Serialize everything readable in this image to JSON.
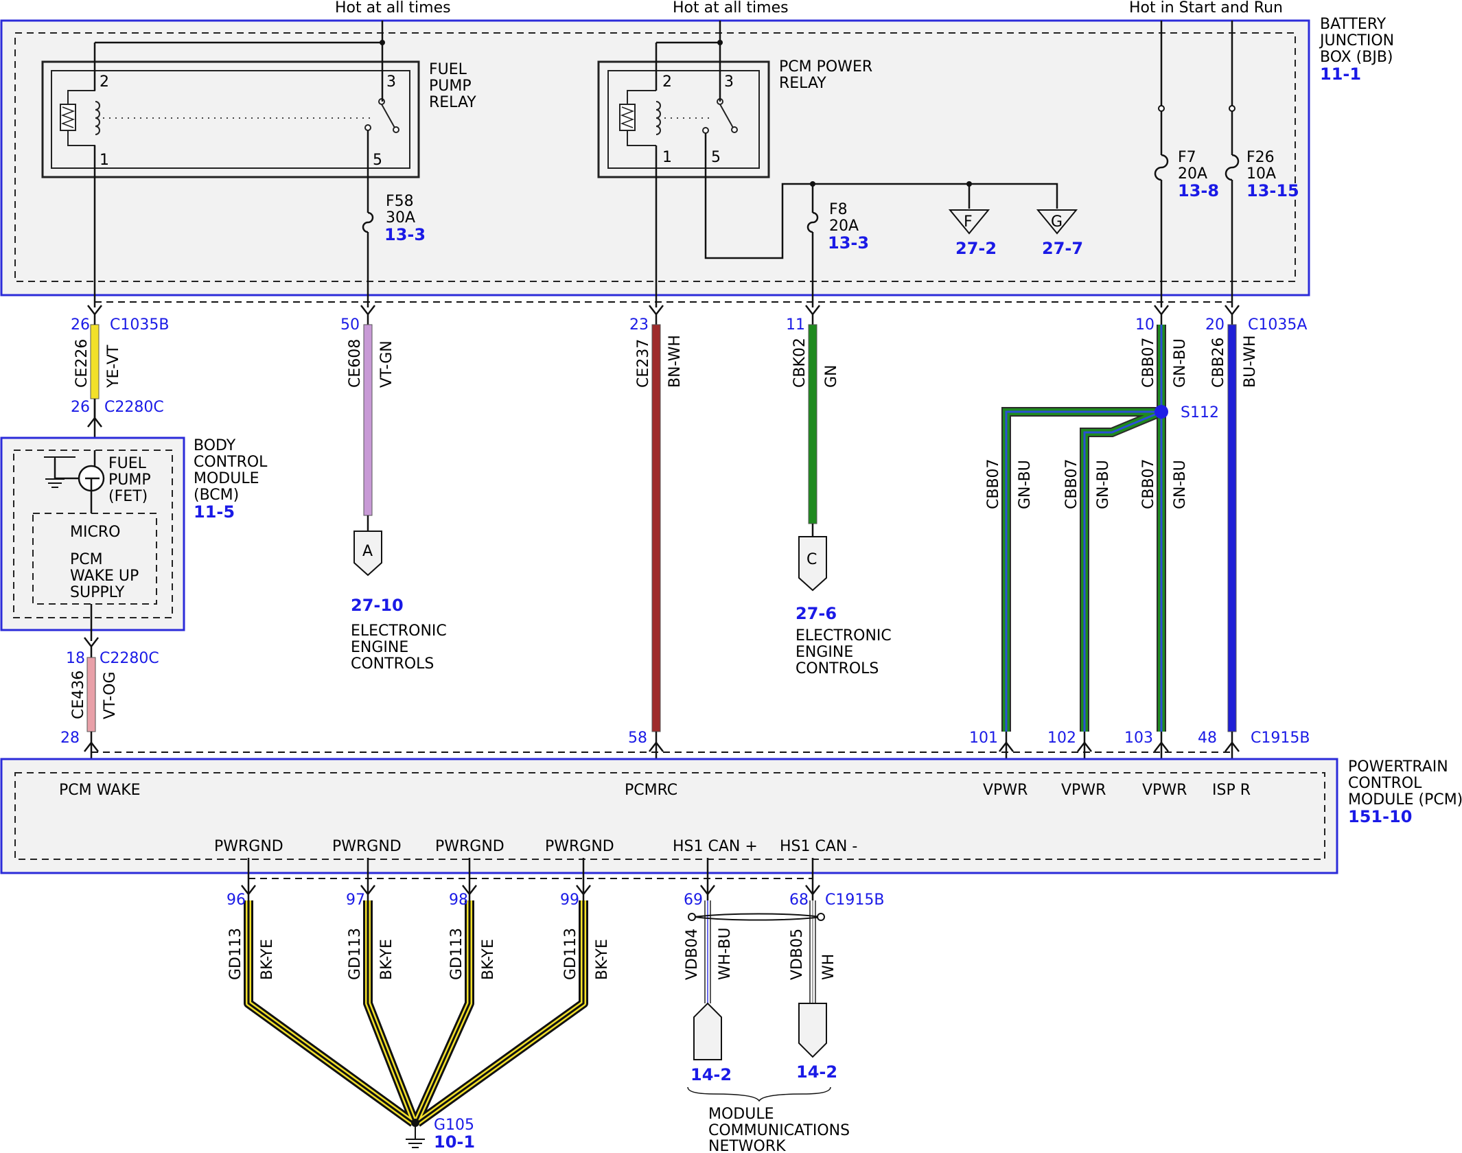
{
  "colors": {
    "module_border": "#2b2bd9",
    "ref_text": "#1a1ae6",
    "panel_fill": "#f2f2f2",
    "yellow_wire": "#f2e02a",
    "violet_wire": "#c89ad6",
    "brown_wire": "#9e2b2b",
    "green_wire": "#1f8a1f",
    "blue_wire": "#1f1fd6",
    "pink_wire": "#e8a0a8",
    "black_wire": "#111111"
  },
  "header": {
    "hot_all_times_1": "Hot at all times",
    "hot_all_times_2": "Hot at all times",
    "hot_start_run": "Hot in Start and Run"
  },
  "bjb": {
    "name_1": "BATTERY",
    "name_2": "JUNCTION",
    "name_3": "BOX (BJB)",
    "ref": "11-1",
    "fuel_pump_relay": {
      "label_1": "FUEL",
      "label_2": "PUMP",
      "label_3": "RELAY",
      "pin2": "2",
      "pin3": "3",
      "pin1": "1",
      "pin5": "5"
    },
    "pcm_power_relay": {
      "label_1": "PCM POWER",
      "label_2": "RELAY",
      "pin2": "2",
      "pin3": "3",
      "pin1": "1",
      "pin5": "5"
    },
    "f58": {
      "name": "F58",
      "rating": "30A",
      "ref": "13-3"
    },
    "f8": {
      "name": "F8",
      "rating": "20A",
      "ref": "13-3"
    },
    "f7": {
      "name": "F7",
      "rating": "20A",
      "ref": "13-8"
    },
    "f26": {
      "name": "F26",
      "rating": "10A",
      "ref": "13-15"
    },
    "term_f": {
      "letter": "F",
      "ref": "27-2"
    },
    "term_g": {
      "letter": "G",
      "ref": "27-7"
    }
  },
  "connectors": {
    "c1035b": "C1035B",
    "c1035a": "C1035A",
    "c2280c_top": "C2280C",
    "c2280c_bottom": "C2280C",
    "c1915b_top": "C1915B",
    "c1915b_bottom": "C1915B"
  },
  "wires": {
    "ce226": {
      "circuit": "CE226",
      "color": "YE-VT",
      "pin_top": "26",
      "pin_bottom": "26"
    },
    "ce608": {
      "circuit": "CE608",
      "color": "VT-GN",
      "pin_top": "50"
    },
    "ce237": {
      "circuit": "CE237",
      "color": "BN-WH",
      "pin_top": "23",
      "pin_bottom": "58"
    },
    "cbk02": {
      "circuit": "CBK02",
      "color": "GN",
      "pin_top": "11"
    },
    "cbb07_main": {
      "circuit": "CBB07",
      "color": "GN-BU",
      "pin_top": "10"
    },
    "cbb26": {
      "circuit": "CBB26",
      "color": "BU-WH",
      "pin_top": "20",
      "pin_bottom": "48"
    },
    "cbb07_a": {
      "circuit": "CBB07",
      "color": "GN-BU",
      "pin_bottom": "101"
    },
    "cbb07_b": {
      "circuit": "CBB07",
      "color": "GN-BU",
      "pin_bottom": "102"
    },
    "cbb07_c": {
      "circuit": "CBB07",
      "color": "GN-BU",
      "pin_bottom": "103"
    },
    "ce436": {
      "circuit": "CE436",
      "color": "VT-OG",
      "pin_top": "18",
      "pin_bottom": "28"
    },
    "gd113_a": {
      "circuit": "GD113",
      "color": "BK-YE",
      "pin": "96"
    },
    "gd113_b": {
      "circuit": "GD113",
      "color": "BK-YE",
      "pin": "97"
    },
    "gd113_c": {
      "circuit": "GD113",
      "color": "BK-YE",
      "pin": "98"
    },
    "gd113_d": {
      "circuit": "GD113",
      "color": "BK-YE",
      "pin": "99"
    },
    "vdb04": {
      "circuit": "VDB04",
      "color": "WH-BU",
      "pin": "69"
    },
    "vdb05": {
      "circuit": "VDB05",
      "color": "WH",
      "pin": "68"
    }
  },
  "splice": {
    "name": "S112"
  },
  "bcm": {
    "name_1": "BODY",
    "name_2": "CONTROL",
    "name_3": "MODULE",
    "name_4": "(BCM)",
    "ref": "11-5",
    "fet_1": "FUEL",
    "fet_2": "PUMP",
    "fet_3": "(FET)",
    "micro": "MICRO",
    "wake_1": "PCM",
    "wake_2": "WAKE UP",
    "wake_3": "SUPPLY"
  },
  "eec_a": {
    "letter": "A",
    "ref": "27-10",
    "line_1": "ELECTRONIC",
    "line_2": "ENGINE",
    "line_3": "CONTROLS"
  },
  "eec_c": {
    "letter": "C",
    "ref": "27-6",
    "line_1": "ELECTRONIC",
    "line_2": "ENGINE",
    "line_3": "CONTROLS"
  },
  "pcm": {
    "name_1": "POWERTRAIN",
    "name_2": "CONTROL",
    "name_3": "MODULE (PCM)",
    "ref": "151-10",
    "pcm_wake": "PCM WAKE",
    "pcmrc": "PCMRC",
    "vpwr_1": "VPWR",
    "vpwr_2": "VPWR",
    "vpwr_3": "VPWR",
    "isp_r": "ISP R",
    "pwrgnd_1": "PWRGND",
    "pwrgnd_2": "PWRGND",
    "pwrgnd_3": "PWRGND",
    "pwrgnd_4": "PWRGND",
    "hs1_can_plus": "HS1 CAN +",
    "hs1_can_minus": "HS1 CAN -"
  },
  "ground": {
    "name": "G105",
    "ref": "10-1"
  },
  "network": {
    "ref_1": "14-2",
    "ref_2": "14-2",
    "line_1": "MODULE",
    "line_2": "COMMUNICATIONS",
    "line_3": "NETWORK"
  }
}
